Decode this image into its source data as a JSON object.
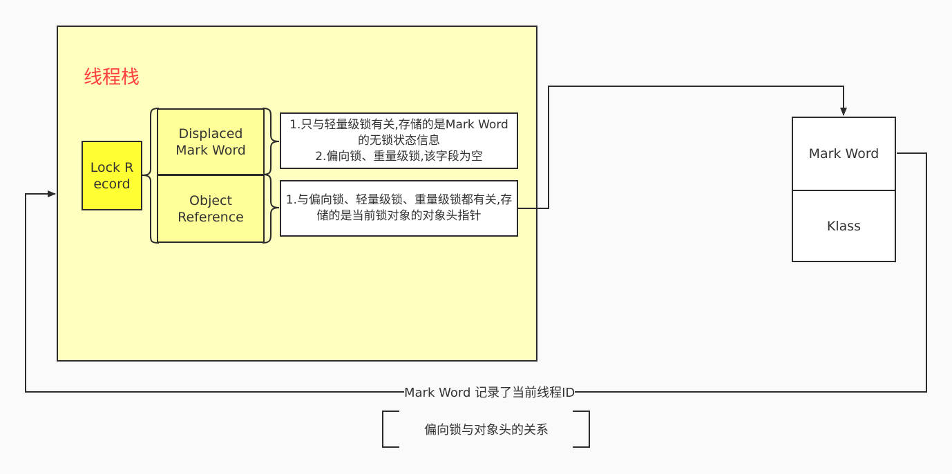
{
  "thread_stack": {
    "title": "线程栈",
    "lock_record": {
      "label": "Lock Record"
    },
    "fields": {
      "displaced": "Displaced Mark Word",
      "object_reference": "Object Reference"
    },
    "notes": {
      "displaced": "1.只与轻量级锁有关,存储的是Mark Word的无锁状态信息\n2.偏向锁、重量级锁,该字段为空",
      "object_reference": "1.与偏向锁、轻量级锁、重量级锁都有关,存储的是当前锁对象的对象头指针"
    }
  },
  "object_header": {
    "mark_word": "Mark Word",
    "klass": "Klass"
  },
  "edge_label": "Mark Word 记录了当前线程ID",
  "caption": "偏向锁与对象头的关系",
  "colors": {
    "stack_fill": "#ffffc0",
    "lock_record_fill": "#ffff33",
    "field_fill": "#ffff99",
    "title_color": "#ff4040",
    "line": "#2b2b2b"
  }
}
